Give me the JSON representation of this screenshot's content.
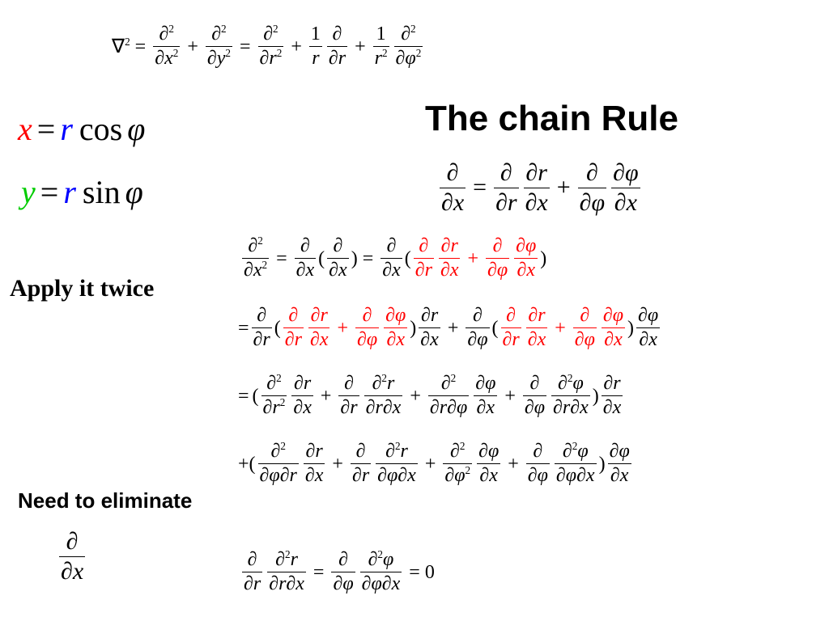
{
  "slide": {
    "title": "The chain Rule",
    "apply_label": "Apply it twice",
    "need_label": "Need to eliminate"
  },
  "symbols": {
    "nabla": "∇",
    "partial": "∂",
    "eq": "=",
    "plus": "+",
    "one": "1",
    "two": "2",
    "zero": "0",
    "x": "x",
    "y": "y",
    "r": "r",
    "phi": "φ",
    "cos": "cos",
    "sin": "sin",
    "lparen": "(",
    "rparen": ")"
  },
  "colors": {
    "x_var": "#ff0000",
    "y_var": "#00cc00",
    "r_var": "#0000ff",
    "highlight": "#ff0000"
  }
}
